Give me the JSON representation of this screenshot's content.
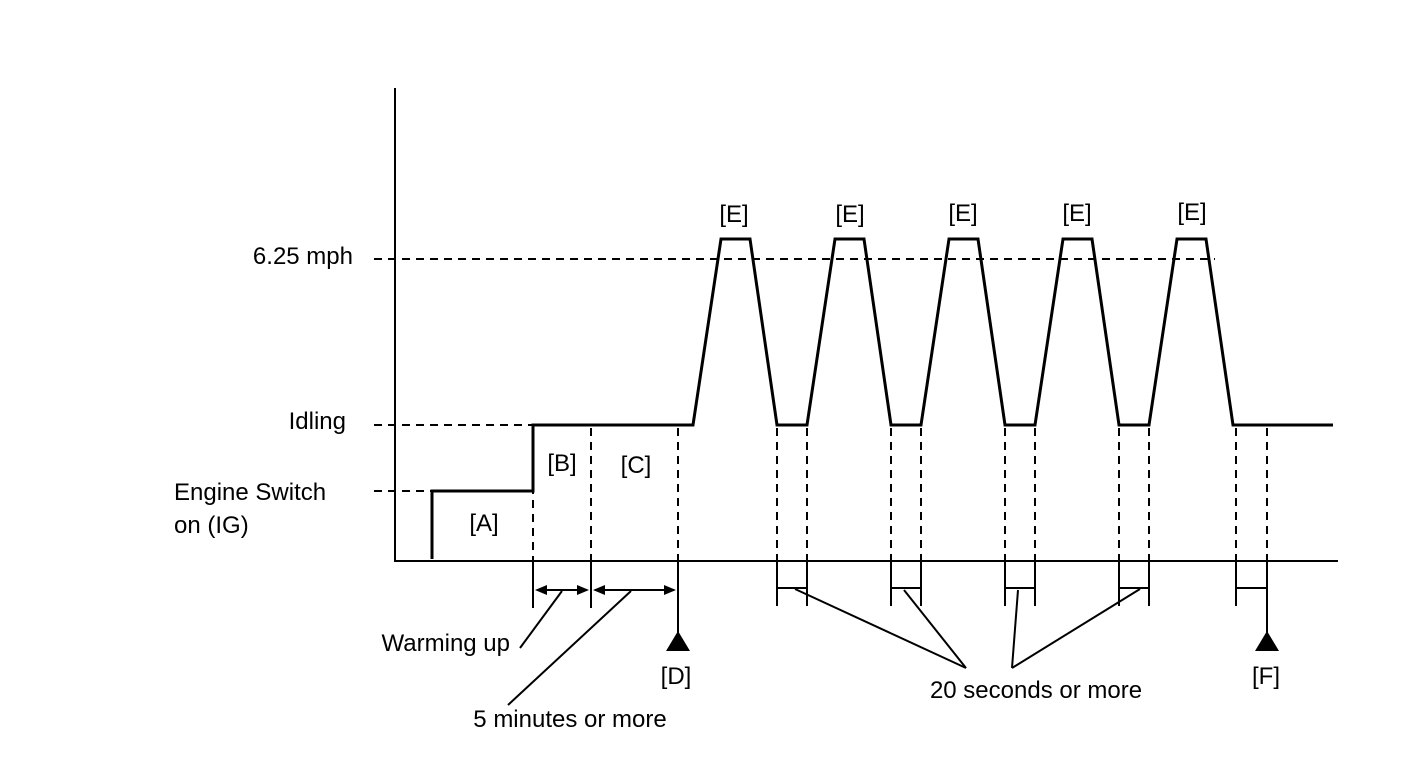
{
  "levels": {
    "speed": "6.25 mph",
    "idling": "Idling",
    "engine_switch": [
      "Engine Switch",
      "on (IG)"
    ]
  },
  "phases": {
    "a": "[A]",
    "b": "[B]",
    "c": "[C]",
    "d": "[D]",
    "e": "[E]",
    "f": "[F]"
  },
  "annotations": {
    "warming_up": "Warming up",
    "five_minutes": "5 minutes or more",
    "twenty_seconds": "20 seconds or more"
  }
}
